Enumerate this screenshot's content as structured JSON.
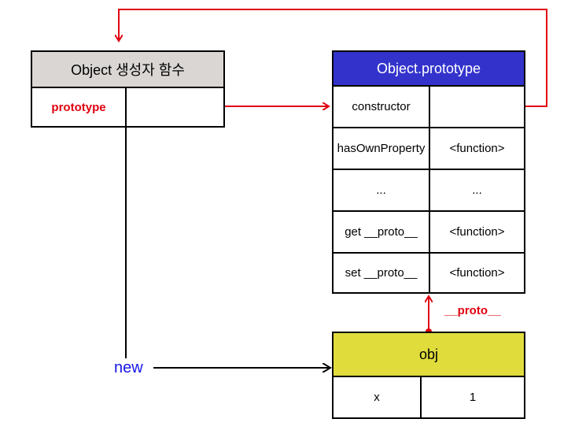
{
  "constructor_box": {
    "title": "Object 생성자 함수",
    "prototype_label": "prototype"
  },
  "prototype_box": {
    "title": "Object.prototype",
    "rows": [
      {
        "key": "constructor",
        "value": ""
      },
      {
        "key": "hasOwnProperty",
        "value": "<function>"
      },
      {
        "key": "...",
        "value": "..."
      },
      {
        "key": "get __proto__",
        "value": "<function>"
      },
      {
        "key": "set __proto__",
        "value": "<function>"
      }
    ]
  },
  "obj_box": {
    "title": "obj",
    "key": "x",
    "value": "1"
  },
  "labels": {
    "proto_link": "__proto__",
    "new_label": "new"
  },
  "colors": {
    "header_gray": "#d9d6d4",
    "header_blue": "#3333cc",
    "header_yellow": "#e0dc3c",
    "link_red": "#e0000f",
    "new_blue": "#1616e6"
  }
}
